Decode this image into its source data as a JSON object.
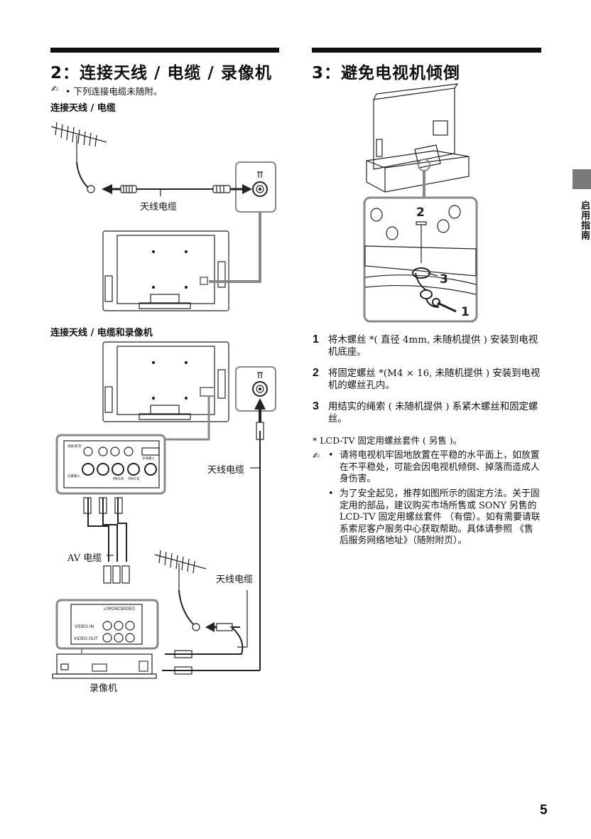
{
  "left": {
    "heading": "2：连接天线 / 电缆 / 录像机",
    "note_icon": "✍",
    "note": "•  下列连接电缆未随附。",
    "sub1": "连接天线 / 电缆",
    "cable_label": "天线电缆",
    "sub2": "连接天线 / 电缆和录像机",
    "antenna_cable_label_1": "天线电缆",
    "av_cable_label": "AV 电缆",
    "antenna_cable_label_2": "天线电缆",
    "vcr_label": "录像机",
    "vcr_video_in": "VIDEO IN",
    "vcr_video_out": "VIDEO OUT",
    "vcr_l_mono": "L(MONO)",
    "vcr_video": "VIDEO",
    "panel_pb": "PB/CB",
    "panel_pr": "PR/CR"
  },
  "right": {
    "heading": "3：避免电视机倾倒",
    "callout_1": "1",
    "callout_2": "2",
    "callout_3": "3",
    "steps": [
      {
        "num": "1",
        "text": "将木螺丝 *( 直径 4mm, 未随机提供 ) 安装到电视机底座。"
      },
      {
        "num": "2",
        "text": "将固定螺丝 *(M4 × 16, 未随机提供 ) 安装到电视机的螺丝孔内。"
      },
      {
        "num": "3",
        "text": "用结实的绳索 ( 未随机提供 ) 系紧木螺丝和固定螺丝。"
      }
    ],
    "footnote": "* LCD-TV 固定用螺丝套件 ( 另售 )。",
    "note_icon": "✍",
    "bullets": [
      "请将电视机牢固地放置在平稳的水平面上，如放置在不平稳处，可能会因电视机倾倒、掉落而造成人身伤害。",
      "为了安全起见，推荐如图所示的固定方法。关于固定用的部品，建议购买市场所售或 SONY 另售的 LCD-TV 固定用螺丝套件 （有偿）。如有需要请联系索尼客户服务中心获取帮助。具体请参照 《售后服务网络地址》（随附附页）。"
    ]
  },
  "side_tab_label": "启用指南",
  "page_number": "5"
}
